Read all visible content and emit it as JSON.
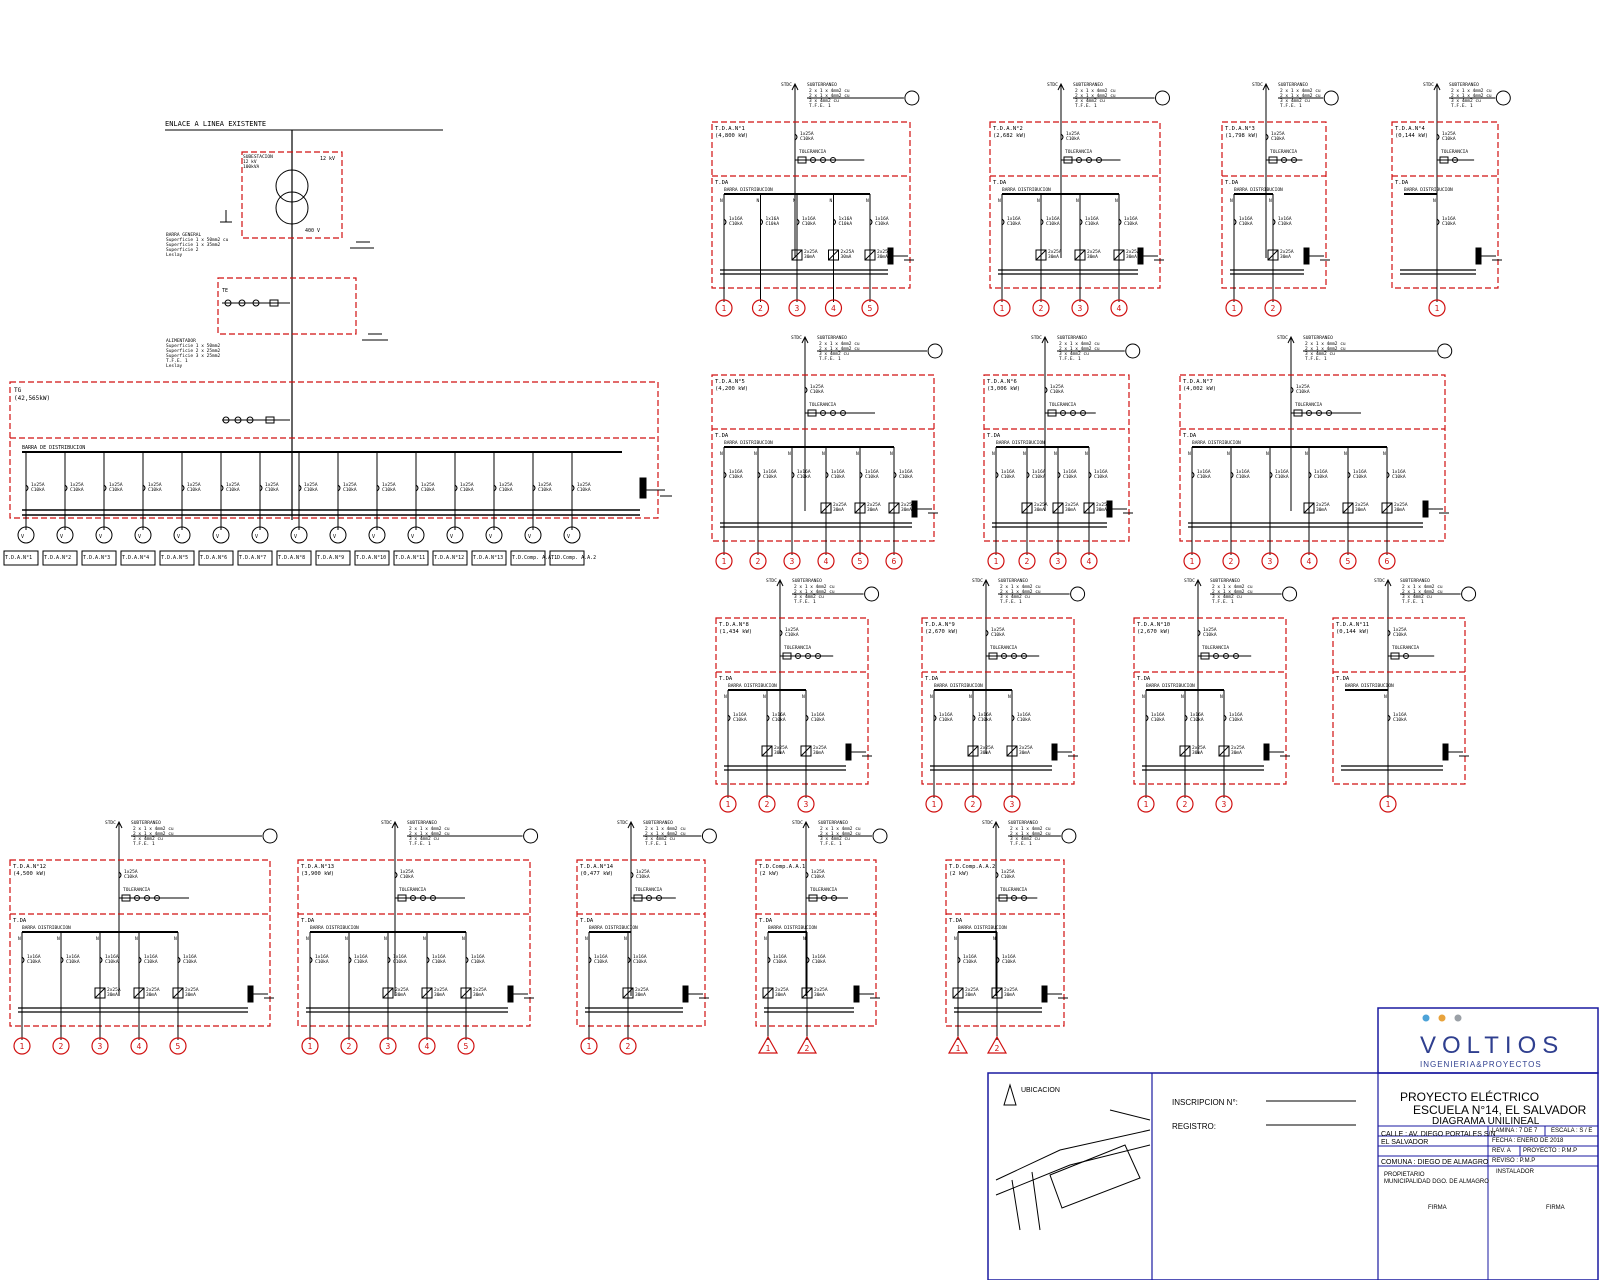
{
  "main_diagram": {
    "feed_label": "ENLACE A LINEA EXISTENTE",
    "transformer_label": "SUBESTACION",
    "busbar_label": "BARRA GENERAL",
    "general_board": "TG",
    "general_board_power": "(42,565kW)",
    "distribution_bar": "BARRA DE DISTRIBUCION",
    "feeders": [
      "T.D.A.N°1",
      "T.D.A.N°2",
      "T.D.A.N°3",
      "T.D.A.N°4",
      "T.D.A.N°5",
      "T.D.A.N°6",
      "T.D.A.N°7",
      "T.D.A.N°8",
      "T.D.A.N°9",
      "T.D.A.N°10",
      "T.D.A.N°11",
      "T.D.A.N°12",
      "T.D.A.N°13",
      "T.D.Comp. A.A.1",
      "T.D.Comp. A.A.2"
    ]
  },
  "boards": [
    {
      "name": "T.D.A.N°1",
      "power": "(4,800 kW)",
      "circuits": [
        "1",
        "2",
        "3",
        "4",
        "5"
      ],
      "tri": false
    },
    {
      "name": "T.D.A.N°2",
      "power": "(2,682 kW)",
      "circuits": [
        "1",
        "2",
        "3",
        "4"
      ],
      "tri": false
    },
    {
      "name": "T.D.A.N°3",
      "power": "(1,798 kW)",
      "circuits": [
        "1",
        "2"
      ],
      "tri": false
    },
    {
      "name": "T.D.A.N°4",
      "power": "(0,144 kW)",
      "circuits": [
        "1"
      ],
      "tri": false
    },
    {
      "name": "T.D.A.N°5",
      "power": "(4,200 kW)",
      "circuits": [
        "1",
        "2",
        "3",
        "4",
        "5",
        "6"
      ],
      "tri": false
    },
    {
      "name": "T.D.A.N°6",
      "power": "(3,006 kW)",
      "circuits": [
        "1",
        "2",
        "3",
        "4"
      ],
      "tri": false
    },
    {
      "name": "T.D.A.N°7",
      "power": "(4,002 kW)",
      "circuits": [
        "1",
        "2",
        "3",
        "4",
        "5",
        "6"
      ],
      "tri": false
    },
    {
      "name": "T.D.A.N°8",
      "power": "(1,434 kW)",
      "circuits": [
        "1",
        "2",
        "3"
      ],
      "tri": false
    },
    {
      "name": "T.D.A.N°9",
      "power": "(2,670 kW)",
      "circuits": [
        "1",
        "2",
        "3"
      ],
      "tri": false
    },
    {
      "name": "T.D.A.N°10",
      "power": "(2,670 kW)",
      "circuits": [
        "1",
        "2",
        "3"
      ],
      "tri": false
    },
    {
      "name": "T.D.A.N°11",
      "power": "(0,144 kW)",
      "circuits": [
        "1"
      ],
      "tri": false
    },
    {
      "name": "T.D.A.N°12",
      "power": "(4,500 kW)",
      "circuits": [
        "1",
        "2",
        "3",
        "4",
        "5"
      ],
      "tri": false
    },
    {
      "name": "T.D.A.N°13",
      "power": "(3,900 kW)",
      "circuits": [
        "1",
        "2",
        "3",
        "4",
        "5"
      ],
      "tri": false
    },
    {
      "name": "T.D.A.N°14",
      "power": "(0,477 kW)",
      "circuits": [
        "1",
        "2"
      ],
      "tri": false
    },
    {
      "name": "T.D.Comp.A.A.1",
      "power": "(2 kW)",
      "circuits": [
        "1",
        "2"
      ],
      "tri": true
    },
    {
      "name": "T.D.Comp.A.A.2",
      "power": "(2 kW)",
      "circuits": [
        "1",
        "2"
      ],
      "tri": true
    }
  ],
  "board_labels": {
    "tda": "T.DA",
    "barra": "BARRA",
    "sup": "SUBTERRANEO"
  },
  "title_block": {
    "logo": "VOLTIOS",
    "logo_sub": "INGENIERIA&PROYECTOS",
    "logo_dot_colors": [
      "#4da3d8",
      "#e8a33c",
      "#9aa0a6"
    ],
    "project_line1": "PROYECTO ELÉCTRICO",
    "project_line2": "ESCUELA N°14, EL SALVADOR",
    "project_line3": "DIAGRAMA UNILINEAL",
    "ubicacion": "UBICACION",
    "inscripcion": "INSCRIPCION N°:",
    "registro": "REGISTRO:",
    "calle": "CALLE : AV. DIEGO PORTALES S/N",
    "calle2": "EL SALVADOR",
    "comuna": "COMUNA : DIEGO DE ALMAGRO",
    "propietario": "PROPIETARIO",
    "propietario2": "MUNICIPALIDAD DGO. DE ALMAGRO",
    "lamina": "LAMINA : 7 DE 7",
    "escala": "ESCALA : S / E",
    "fecha": "FECHA : ENERO DE 2018",
    "rev": "REV. A",
    "proyecto": "PROYECTO : P.M.P",
    "reviso": "REVISO : P.M.P",
    "instalador": "INSTALADOR",
    "firma": "FIRMA"
  }
}
